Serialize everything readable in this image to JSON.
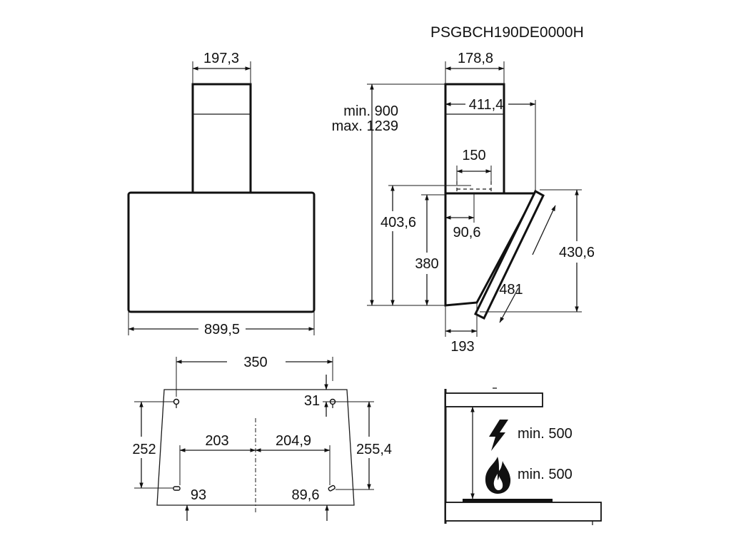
{
  "model_code": "PSGBCH190DE0000H",
  "front_view": {
    "chimney_width": "197,3",
    "hood_width": "899,5"
  },
  "side_view": {
    "chimney_depth": "178,8",
    "depth_total": "411,4",
    "duct_diameter": "150",
    "duct_offset": "90,6",
    "height_min": "min. 900",
    "height_max": "max. 1239",
    "height_403": "403,6",
    "height_380": "380",
    "glass_length": "481",
    "glass_height": "430,6",
    "bottom_depth": "193"
  },
  "wall_mount": {
    "holes_spacing": "350",
    "hole_offset": "31",
    "height_left": "252",
    "height_right": "255,4",
    "center_left": "203",
    "center_right": "204,9",
    "bottom_left": "93",
    "bottom_right": "89,6"
  },
  "clearance": {
    "electric_label": "min. 500",
    "gas_label": "min. 500",
    "electric_icon": "lightning-icon",
    "gas_icon": "flame-icon"
  }
}
